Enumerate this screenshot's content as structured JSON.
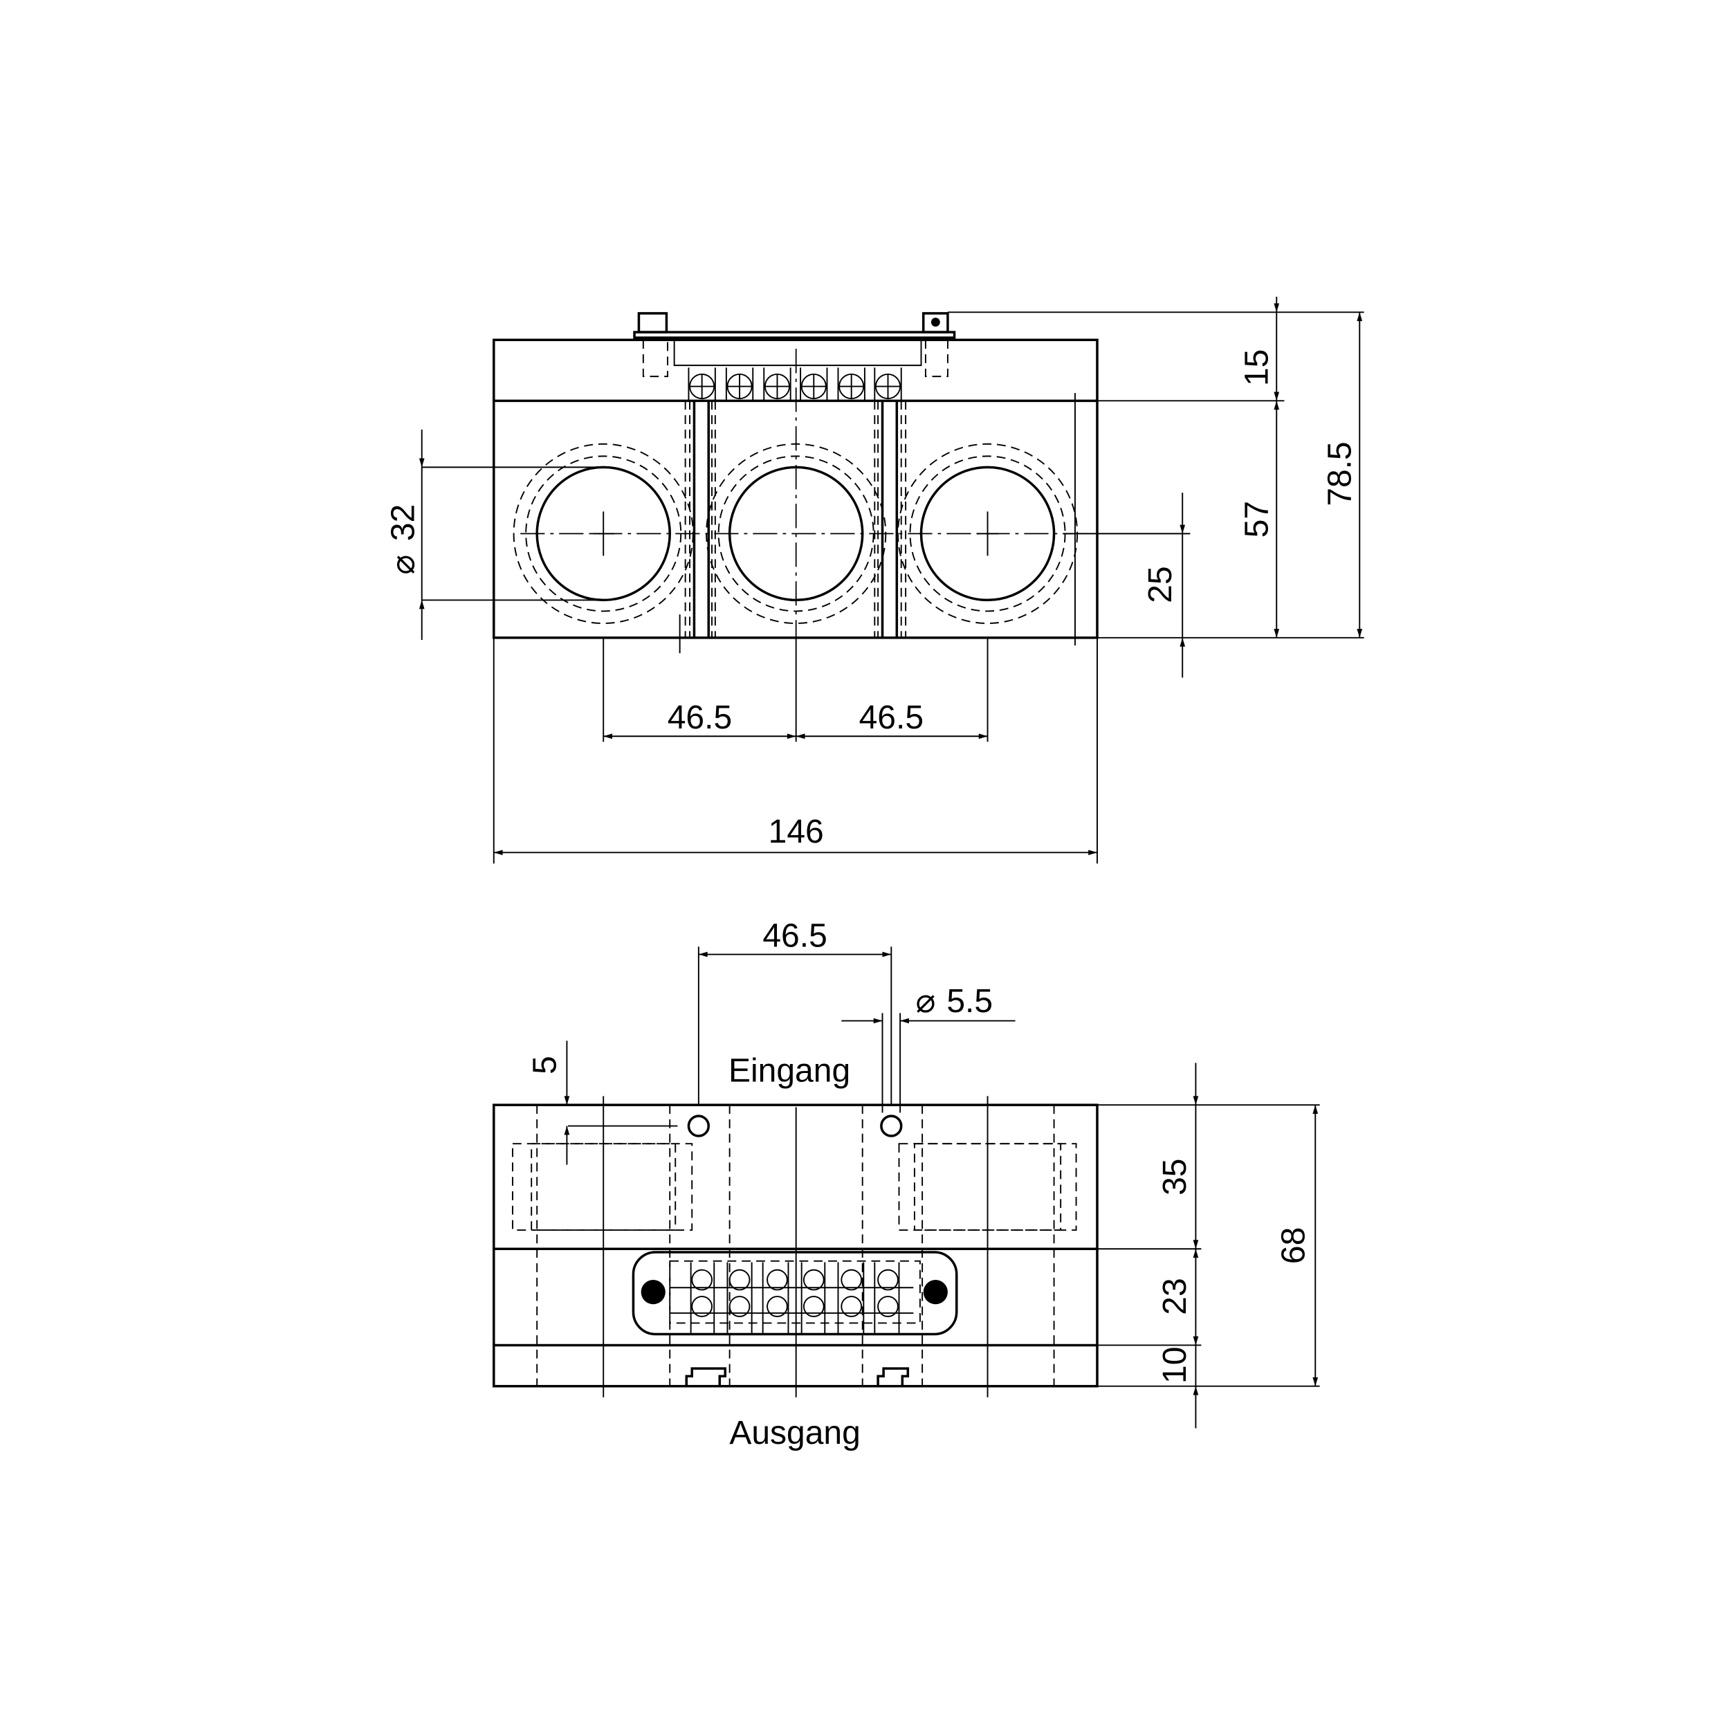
{
  "top_view": {
    "dims": {
      "width_total": "146",
      "pitch_left": "46.5",
      "pitch_right": "46.5",
      "hole_diameter": "32",
      "height_15": "15",
      "height_57": "57",
      "height_total": "78.5",
      "center_height": "25"
    },
    "diameter_symbol": "⌀"
  },
  "bottom_view": {
    "label_input": "Eingang",
    "label_output": "Ausgang",
    "dims": {
      "hole_pitch": "46.5",
      "hole_diameter": "5.5",
      "hole_offset": "5",
      "height_35": "35",
      "height_23": "23",
      "height_10": "10",
      "height_total": "68"
    }
  }
}
